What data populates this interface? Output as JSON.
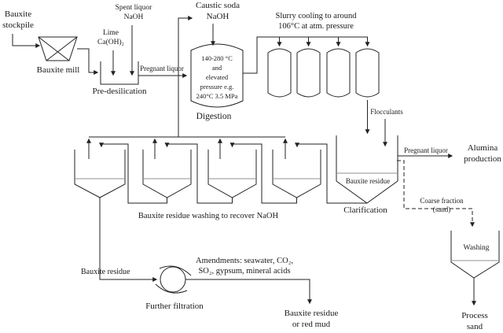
{
  "diagram_title": "Bayer process bauxite residue flow diagram",
  "colors": {
    "line": "#222222",
    "liquid_line": "#909090",
    "background": "#ffffff",
    "text": "#1a1a1a"
  },
  "labels": {
    "stockpile": "Bauxite\nstockpile",
    "mill": "Bauxite mill",
    "spent_liquor": "Spent liquor\nNaOH",
    "lime": "Lime\nCa(OH)₂",
    "predesilication": "Pre-desilication",
    "pregnant_liquor_1": "Pregnant liquor",
    "caustic_soda": "Caustic soda\nNaOH",
    "digestion_conditions": "140-280 °C\nand\nelevated\npressure e.g.\n240°C 3.5 MPa",
    "digestion": "Digestion",
    "slurry_cooling": "Slurry cooling to around\n106°C at atm. pressure",
    "flocculants": "Flocculants",
    "pregnant_liquor_2": "Pregnant liquor",
    "alumina_production": "Alumina\nproduction",
    "clarifier_content": "Bauxite residue",
    "clarification": "Clarification",
    "washing_train": "Bauxite residue washing to recover NaOH",
    "coarse_fraction": "Coarse fraction (sand)",
    "sand_washing": "Washing",
    "process_sand": "Process sand",
    "residue_to_filtration": "Bauxite residue",
    "further_filtration": "Further filtration",
    "amendments": "Amendments: seawater, CO₂,\nSO₂, gypsum, mineral acids",
    "red_mud": "Bauxite residue\nor red mud"
  }
}
